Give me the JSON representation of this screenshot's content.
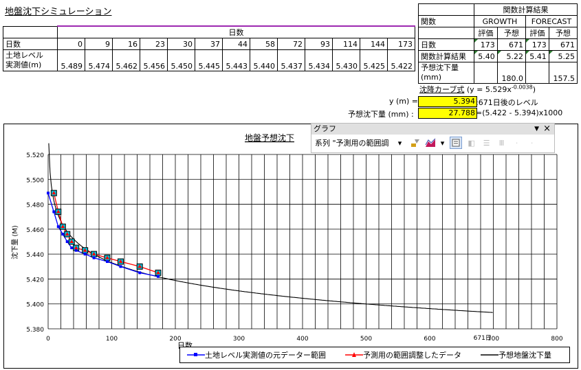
{
  "title": "地盤沈下シミュレーション",
  "days_table": {
    "header": "日数",
    "row1_label": "日数",
    "days": [
      "0",
      "9",
      "16",
      "23",
      "30",
      "37",
      "44",
      "58",
      "72",
      "93",
      "114",
      "144",
      "173"
    ],
    "row2_label_a": "土地レベル",
    "row2_label_b": "実測値(m)",
    "levels": [
      "5.489",
      "5.474",
      "5.462",
      "5.456",
      "5.450",
      "5.445",
      "5.443",
      "5.440",
      "5.437",
      "5.434",
      "5.430",
      "5.425",
      "5.422"
    ]
  },
  "calc_table": {
    "col0_header": "関数",
    "group_header": "関数計算結果",
    "growth": "GROWTH",
    "forecast": "FORECAST",
    "eval": "評価",
    "pred": "予想",
    "row_days_label": "日数",
    "row_days": [
      "173",
      "671",
      "173",
      "671"
    ],
    "row_result_label": "関数計算結果",
    "row_result": [
      "5.40",
      "5.22",
      "5.41",
      "5.25"
    ],
    "row_sink_label_a": "予想沈下量",
    "row_sink_label_b": "(mm)",
    "row_sink": [
      "",
      "180.0",
      "",
      "157.5"
    ]
  },
  "curve": {
    "label": "沈降カーブ式",
    "formula": "(y = 5.529x",
    "exponent": "-0.0038",
    "formula_close": ")",
    "y_label": "y (m) =",
    "y_value": "5.394",
    "y_note": ":671日後のレベル",
    "s_label": "予想沈下量 (mm) :",
    "s_value": "27.788",
    "s_note": "=(5.422 - 5.394)x1000"
  },
  "toolbar": {
    "title": "グラフ",
    "series_select": "系列 \"予測用の範囲調",
    "close": "×",
    "dropdown": "▼"
  },
  "chart_data": {
    "type": "line",
    "title": "地盤予想沈下",
    "ylabel": "沈下量 (M)",
    "xlabel": "日数",
    "annotation": "671日",
    "xlim": [
      0,
      800
    ],
    "ylim": [
      5.38,
      5.52
    ],
    "xticks": [
      "0",
      "100",
      "200",
      "300",
      "400",
      "500",
      "600",
      "700",
      "800"
    ],
    "yticks": [
      "5.380",
      "5.400",
      "5.420",
      "5.440",
      "5.460",
      "5.480",
      "5.500",
      "5.520"
    ],
    "grid": true,
    "legend_position": "bottom",
    "series": [
      {
        "name": "土地レベル実測値の元データー範囲",
        "color": "#0000ff",
        "x": [
          0,
          9,
          16,
          23,
          30,
          37,
          44,
          58,
          72,
          93,
          114,
          144,
          173
        ],
        "y": [
          5.489,
          5.474,
          5.462,
          5.456,
          5.45,
          5.445,
          5.443,
          5.44,
          5.437,
          5.434,
          5.43,
          5.425,
          5.422
        ]
      },
      {
        "name": "予測用の範囲調整したデータ",
        "color": "#ff0000",
        "x": [
          9,
          16,
          23,
          30,
          37,
          44,
          58,
          72,
          93,
          114,
          144,
          173
        ],
        "y": [
          5.489,
          5.474,
          5.462,
          5.456,
          5.45,
          5.445,
          5.443,
          5.44,
          5.437,
          5.434,
          5.43,
          5.425
        ]
      },
      {
        "name": "予想地盤沈下量",
        "color": "#000000",
        "formula": "5.529x^-0.0038",
        "x_range": [
          1,
          700
        ]
      }
    ]
  }
}
